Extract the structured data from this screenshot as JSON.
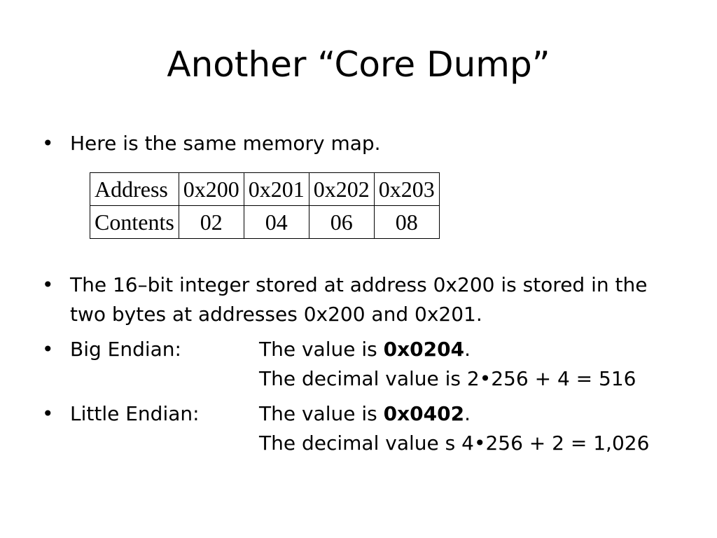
{
  "slide": {
    "title": "Another “Core Dump”"
  },
  "bullet_glyph": "•",
  "bullets": {
    "b1": "Here is the same memory map.",
    "b2": "The 16–bit integer stored at address 0x200 is stored in the two bytes at addresses 0x200 and 0x201.",
    "b3": {
      "label": "Big Endian:",
      "line1_prefix": "The value is ",
      "line1_bold": "0x0204",
      "line1_suffix": ".",
      "line2": "The decimal value is 2•256 + 4 = 516"
    },
    "b4": {
      "label": "Little Endian:",
      "line1_prefix": "The value is ",
      "line1_bold": "0x0402",
      "line1_suffix": ".",
      "line2": "The decimal value s 4•256 + 2 = 1,026"
    }
  },
  "memory_table": {
    "rows": [
      [
        "Address",
        "0x200",
        "0x201",
        "0x202",
        "0x203"
      ],
      [
        "Contents",
        "02",
        "04",
        "06",
        "08"
      ]
    ]
  }
}
